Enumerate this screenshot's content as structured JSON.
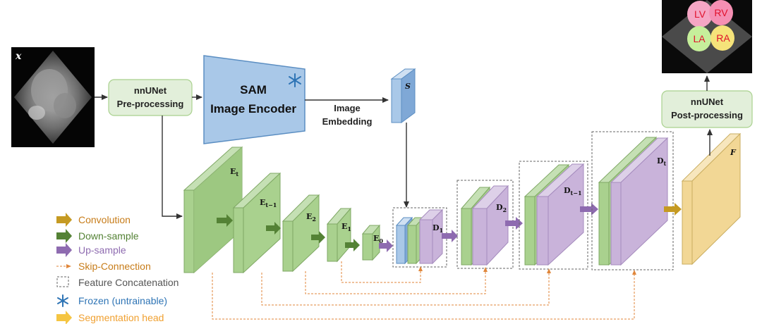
{
  "input": {
    "label": "x"
  },
  "preprocess": {
    "line1": "nnUNet",
    "line2": "Pre-processing"
  },
  "sam": {
    "line1": "SAM",
    "line2": "Image Encoder",
    "icon": "snowflake-icon"
  },
  "embedding": {
    "line1": "Image",
    "line2": "Embedding",
    "s_label": "S"
  },
  "encoder_labels": {
    "e_t_main": "E",
    "e_t_sub": "t",
    "e_tm1_main": "E",
    "e_tm1_sub": "t−1",
    "e2_main": "E",
    "e2_sub": "2",
    "e1_main": "E",
    "e1_sub": "1",
    "e0_main": "E",
    "e0_sub": "0"
  },
  "decoder_labels": {
    "d1_main": "D",
    "d1_sub": "1",
    "d2_main": "D",
    "d2_sub": "2",
    "dtm1_main": "D",
    "dtm1_sub": "t−1",
    "dt_main": "D",
    "dt_sub": "t"
  },
  "head": {
    "label": "F"
  },
  "postprocess": {
    "line1": "nnUNet",
    "line2": "Post-processing"
  },
  "output": {
    "labels": [
      "LV",
      "RV",
      "LA",
      "RA"
    ]
  },
  "legend": {
    "convolution": "Convolution",
    "down_sample": "Down-sample",
    "up_sample": "Up-sample",
    "skip": "Skip-Connection",
    "concat": "Feature Concatenation",
    "frozen": "Frozen (untrainable)",
    "seg_head": "Segmentation head"
  },
  "colors": {
    "green_fill": "#a9d18e",
    "green_edge": "#7fa864",
    "purple_fill": "#c9b3da",
    "purple_edge": "#a58bbd",
    "blue_fill": "#a9c8e8",
    "blue_edge": "#5b8ec2",
    "yellow_fill": "#f2d795",
    "yellow_edge": "#c9ad60",
    "legend_orange": "#c77c19",
    "legend_green": "#548235",
    "legend_purple": "#8e6bb0",
    "legend_blue": "#2e74b5",
    "skip_orange": "#e0863a",
    "box_green": "#e2efda"
  }
}
